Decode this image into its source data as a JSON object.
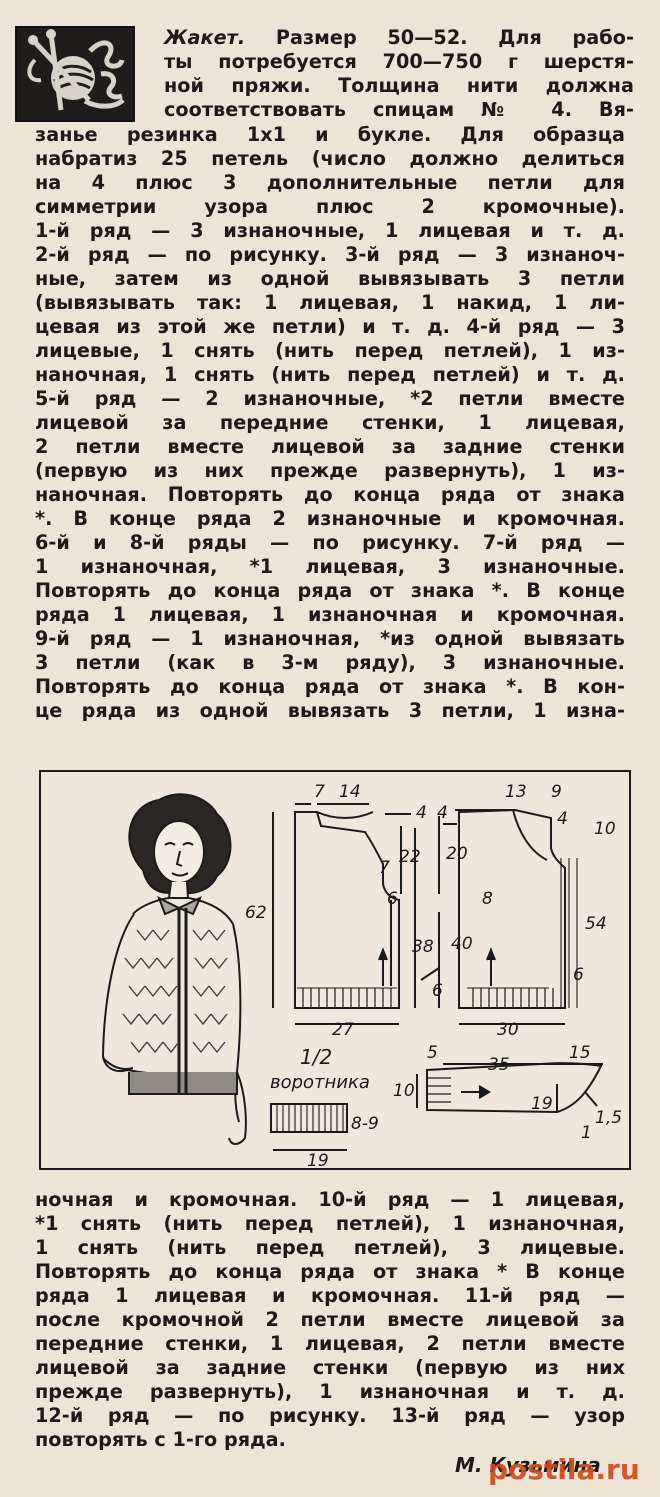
{
  "article": {
    "title_word": "Жакет.",
    "top_lines": [
      " Размер 50—52. Для рабо-",
      "ты потребуется 700—750 г шерстя-",
      "ной пряжи. Толщина нити должна",
      "соответствовать спицам № 4. Вя-",
      "занье резинка 1х1 и букле. Для образца",
      "набратиз 25 петель (число должно делиться",
      "на 4 плюс 3 дополнительные петли для",
      "симметрии узора плюс 2 кромочные).",
      "1-й ряд — 3 изнаночные, 1 лицевая и т. д.",
      "2-й ряд — по рисунку. 3-й ряд — 3 изнаноч-",
      "ные, затем из одной вывязывать 3 петли",
      "(вывязывать так: 1 лицевая, 1 накид, 1 ли-",
      "цевая из этой же петли) и т. д. 4-й ряд — 3",
      "лицевые, 1 снять (нить перед петлей), 1 из-",
      "наночная, 1 снять (нить перед петлей) и т. д.",
      "5-й ряд — 2 изнаночные, *2 петли вместе",
      "лицевой за передние стенки, 1 лицевая,",
      "2 петли вместе лицевой за задние стенки",
      "(первую из них прежде развернуть), 1 из-",
      "наночная. Повторять до конца ряда от знака",
      "*. В конце ряда 2 изнаночные и кромочная.",
      "6-й и 8-й ряды — по рисунку. 7-й ряд —",
      "1 изнаночная, *1 лицевая, 3 изнаночные.",
      "Повторять до конца ряда от знака *. В конце",
      "ряда 1 лицевая, 1 изнаночная и кромочная.",
      "9-й ряд — 1 изнаночная, *из одной вывязать",
      "3 петли (как в 3-м ряду), 3 изнаночные.",
      "Повторять до конца ряда от знака *. В кон-",
      "це ряда из одной вывязать 3 петли, 1 изна-"
    ],
    "bottom_lines": [
      "ночная и кромочная. 10-й ряд — 1 лицевая,",
      "*1 снять (нить перед петлей), 1 изнаночная,",
      "1 снять (нить перед петлей), 3 лицевые.",
      "Повторять до конца ряда от знака * В конце",
      "ряда 1 лицевая и кромочная. 11-й ряд —",
      "после кромочной 2 петли вместе лицевой за",
      "передние стенки, 1 лицевая, 2 петли вместе",
      "лицевой за задние стенки (первую из них",
      "прежде развернуть), 1 изнаночная и т. д.",
      "12-й ряд — по рисунку. 13-й ряд — узор",
      "повторять с 1-го ряда."
    ],
    "signature": "М. Кузьмина"
  },
  "diagram": {
    "labels": {
      "d7a": "7",
      "d14": "14",
      "d4a": "4",
      "d22": "22",
      "d7b": "7",
      "d6a": "6",
      "d62": "62",
      "d38": "38",
      "d6b": "6",
      "d27": "27",
      "d13": "13",
      "d9": "9",
      "d4b": "4",
      "d4c": "4",
      "d10a": "10",
      "d20": "20",
      "d8": "8",
      "d40": "40",
      "d54": "54",
      "d6c": "6",
      "d30": "30",
      "d5": "5",
      "d35": "35",
      "d15": "15",
      "d10b": "10",
      "d19a": "19",
      "d1": "1",
      "d15b": "1,5",
      "d19b": "19",
      "d89": "8-9",
      "collar_half": "1/2",
      "collar_word": "воротника"
    }
  },
  "watermark": {
    "text": "postila.ru"
  }
}
